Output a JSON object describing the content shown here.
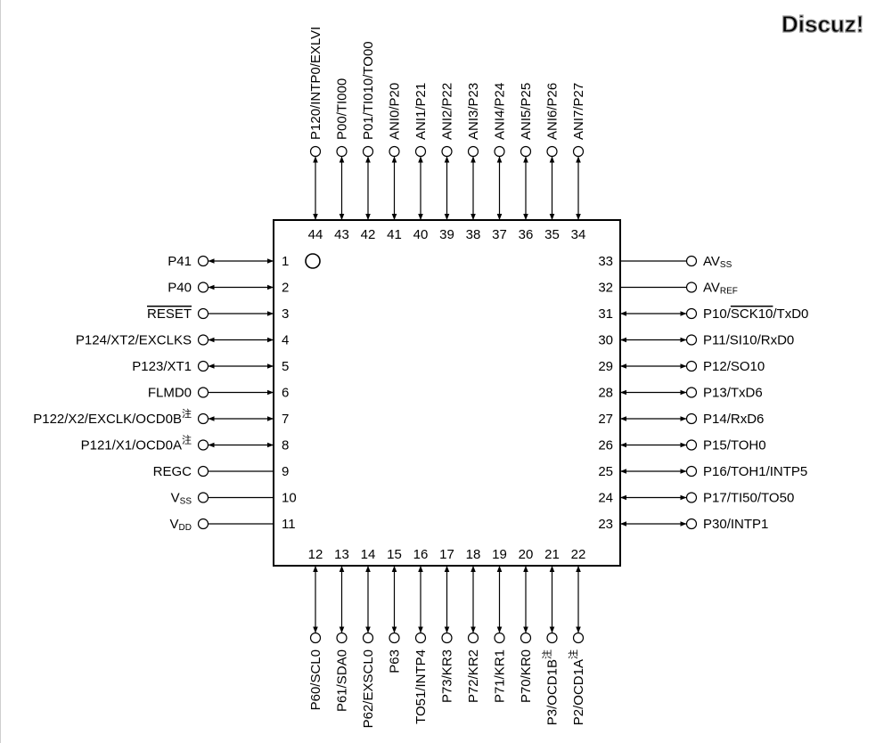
{
  "watermark": "Discuz!",
  "package": {
    "pin1_marker": true
  },
  "left_pins": [
    {
      "num": "1",
      "label": "P41",
      "dir": "bidir"
    },
    {
      "num": "2",
      "label": "P40",
      "dir": "bidir"
    },
    {
      "num": "3",
      "label": "RESET",
      "overline": true,
      "dir": "in"
    },
    {
      "num": "4",
      "label": "P124/XT2/EXCLKS",
      "dir": "bidir"
    },
    {
      "num": "5",
      "label": "P123/XT1",
      "dir": "bidir"
    },
    {
      "num": "6",
      "label": "FLMD0",
      "dir": "in"
    },
    {
      "num": "7",
      "label": "P122/X2/EXCLK/OCD0B",
      "note": "注",
      "small": true,
      "dir": "bidir"
    },
    {
      "num": "8",
      "label": "P121/X1/OCD0A",
      "note": "注",
      "dir": "bidir"
    },
    {
      "num": "9",
      "label": "REGC",
      "dir": "none"
    },
    {
      "num": "10",
      "label": "V",
      "sub": "SS",
      "dir": "none"
    },
    {
      "num": "11",
      "label": "V",
      "sub": "DD",
      "dir": "none"
    }
  ],
  "bottom_pins": [
    {
      "num": "12",
      "label": "P60/SCL0",
      "dir": "bidir"
    },
    {
      "num": "13",
      "label": "P61/SDA0",
      "dir": "bidir"
    },
    {
      "num": "14",
      "label": "P62/EXSCL0",
      "dir": "bidir"
    },
    {
      "num": "15",
      "label": "P63",
      "dir": "bidir"
    },
    {
      "num": "16",
      "label": "TO51/INTP4",
      "dir": "bidir"
    },
    {
      "num": "17",
      "label": "P73/KR3",
      "dir": "bidir"
    },
    {
      "num": "18",
      "label": "P72/KR2",
      "dir": "bidir"
    },
    {
      "num": "19",
      "label": "P71/KR1",
      "dir": "bidir"
    },
    {
      "num": "20",
      "label": "P70/KR0",
      "dir": "bidir"
    },
    {
      "num": "21",
      "label": "P3/OCD1B",
      "note": "注",
      "dir": "bidir"
    },
    {
      "num": "22",
      "label": "P2/OCD1A",
      "note": "注",
      "dir": "bidir"
    }
  ],
  "right_pins": [
    {
      "num": "23",
      "label": "P30/INTP1",
      "dir": "bidir"
    },
    {
      "num": "24",
      "label": "P17/TI50/TO50",
      "dir": "bidir"
    },
    {
      "num": "25",
      "label": "P16/TOH1/INTP5",
      "dir": "bidir"
    },
    {
      "num": "26",
      "label": "P15/TOH0",
      "dir": "bidir"
    },
    {
      "num": "27",
      "label": "P14/RxD6",
      "dir": "bidir"
    },
    {
      "num": "28",
      "label": "P13/TxD6",
      "dir": "bidir"
    },
    {
      "num": "29",
      "label": "P12/SO10",
      "dir": "bidir"
    },
    {
      "num": "30",
      "label": "P11/SI10/RxD0",
      "dir": "bidir"
    },
    {
      "num": "31",
      "label_parts": [
        "P10/",
        "SCK10",
        "/TxD0"
      ],
      "overline_part": 1,
      "dir": "bidir"
    },
    {
      "num": "32",
      "label": "AV",
      "sub": "REF",
      "dir": "none"
    },
    {
      "num": "33",
      "label": "AV",
      "sub": "SS",
      "dir": "none"
    }
  ],
  "top_pins": [
    {
      "num": "34",
      "label": "ANI7/P27",
      "dir": "bidir"
    },
    {
      "num": "35",
      "label": "ANI6/P26",
      "dir": "bidir"
    },
    {
      "num": "36",
      "label": "ANI5/P25",
      "dir": "bidir"
    },
    {
      "num": "37",
      "label": "ANI4/P24",
      "dir": "bidir"
    },
    {
      "num": "38",
      "label": "ANI3/P23",
      "dir": "bidir"
    },
    {
      "num": "39",
      "label": "ANI2/P22",
      "dir": "bidir"
    },
    {
      "num": "40",
      "label": "ANI1/P21",
      "dir": "bidir"
    },
    {
      "num": "41",
      "label": "ANI0/P20",
      "dir": "bidir"
    },
    {
      "num": "42",
      "label": "P01/TI010/TO00",
      "dir": "bidir"
    },
    {
      "num": "43",
      "label": "P00/TI000",
      "dir": "bidir"
    },
    {
      "num": "44",
      "label": "P120/INTP0/EXLVI",
      "dir": "bidir"
    }
  ]
}
